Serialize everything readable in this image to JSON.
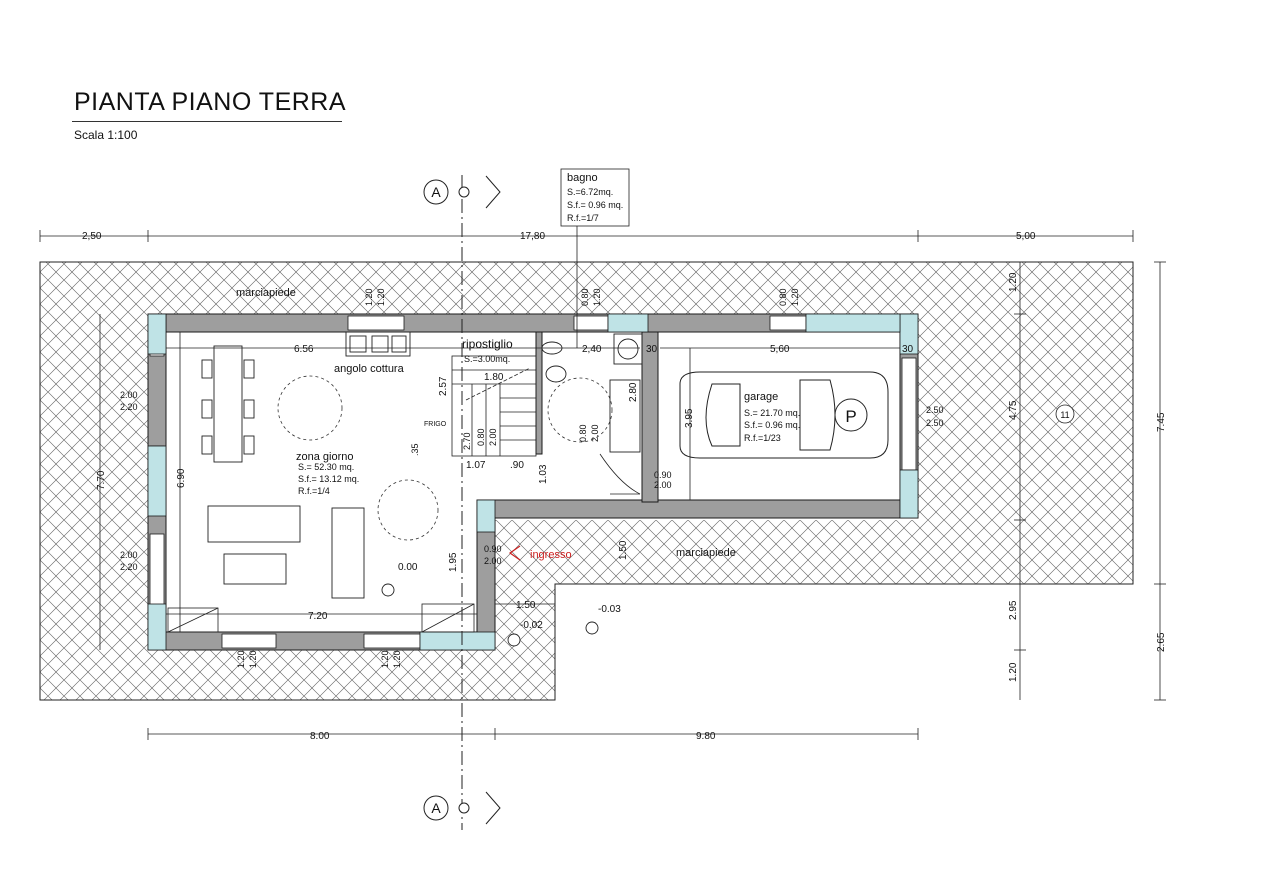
{
  "title": "PIANTA PIANO TERRA",
  "scale": "Scala 1:100",
  "section_marker": "A",
  "rooms": {
    "bagno": {
      "name": "bagno",
      "s": "S.=6.72mq.",
      "sf": "S.f.= 0.96 mq.",
      "rf": "R.f.=1/7"
    },
    "ripostiglio": {
      "name": "ripostiglio",
      "s": "S.=3.00mq."
    },
    "angolo_cottura": {
      "name": "angolo cottura"
    },
    "zona_giorno": {
      "name": "zona giorno",
      "s": "S.= 52.30 mq.",
      "sf": "S.f.= 13.12 mq.",
      "rf": "R.f.=1/4"
    },
    "garage": {
      "name": "garage",
      "s": "S.= 21.70 mq.",
      "sf": "S.f.= 0.96 mq.",
      "rf": "R.f.=1/23"
    },
    "frigo": "FRIGO",
    "parking_symbol": "P",
    "tag_11": "11"
  },
  "labels": {
    "marciapiede_top": "marciapiede",
    "marciapiede_bottom": "marciapiede",
    "ingresso": "ingresso"
  },
  "dimensions": {
    "top_left": "2,50",
    "top_mid": "17,80",
    "top_right": "5,00",
    "bottom_left": "8.00",
    "bottom_right": "9.80",
    "right_total": "7.45",
    "right_4_75": "4.75",
    "right_1_20_top": "1.20",
    "right_2_95": "2.95",
    "right_1_20_bot": "1.20",
    "right_2_65": "2.65",
    "left_7_70": "7.70",
    "left_6_90": "6.90",
    "win_l1a": "2.00",
    "win_l1b": "2.20",
    "win_l2a": "2.00",
    "win_l2b": "2.20",
    "top_win_a": "1.20",
    "top_win_b": "1.20",
    "bagno_win_a": "0.80",
    "bagno_win_b": "1.20",
    "garage_win_a": "0.80",
    "garage_win_b": "1.20",
    "kitchen_6_56": "6.56",
    "bagno_2_40": "2,40",
    "wall_30_a": "30",
    "garage_5_60": "5,60",
    "wall_30_b": "30",
    "stair_1_80": "1.80",
    "stair_2_57": "2.57",
    "d_035": ".35",
    "d_270": "2.70",
    "d_080": "0.80",
    "d_200": "2.00",
    "d_107": "1.07",
    "d_90": ".90",
    "d_103": "1.03",
    "bagno_door_a": "0.80",
    "bagno_door_b": "2.00",
    "bath_2_80": "2.80",
    "garage_3_95": "3.95",
    "garage_door_a": "0.90",
    "garage_door_b": "2.00",
    "garage_win_r_a": "2.50",
    "garage_win_r_b": "2.50",
    "entry_a": "0.90",
    "entry_b": "2.00",
    "entry_195": "1.95",
    "d_1_50_v": "1.50",
    "d_1_50_h": "1.50",
    "d_7_20": "7.20",
    "bottom_win_a1": "1.20",
    "bottom_win_a2": "1.20",
    "bottom_win_b1": "1.20",
    "bottom_win_b2": "1.20"
  },
  "levels": {
    "l_000": "0.00",
    "l_002": "-0.02",
    "l_003": "-0.03"
  },
  "colors": {
    "wall_fill": "#9e9e9e",
    "insulation": "#bfe3e6",
    "outline": "#1a1a1a",
    "accent_red": "#cc1f1f",
    "hatch": "#555555"
  }
}
